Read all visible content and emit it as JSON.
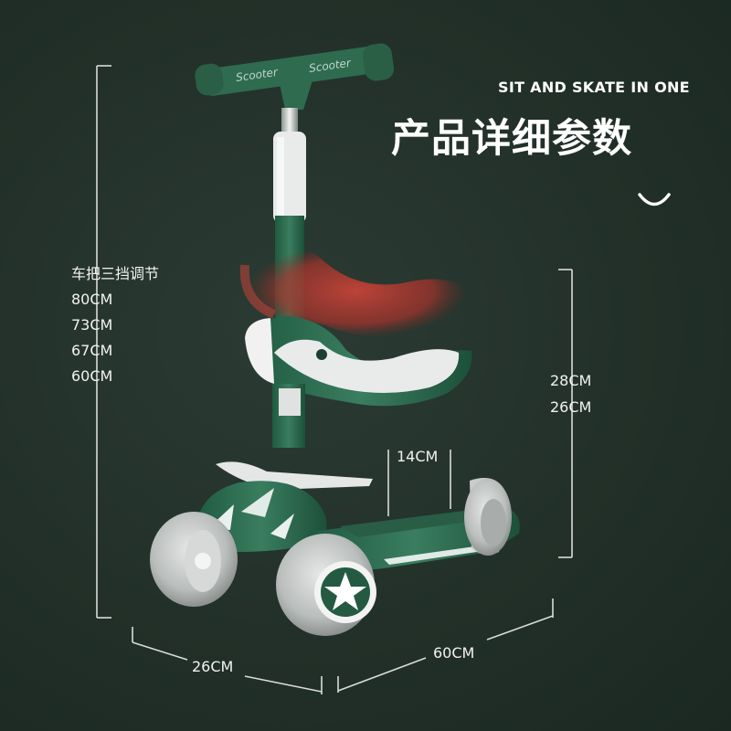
{
  "header": {
    "subtitle": "SIT AND SKATE IN ONE",
    "title": "产品详细参数"
  },
  "handle": {
    "label": "车把三挡调节",
    "heights": [
      "80CM",
      "73CM",
      "67CM",
      "60CM"
    ]
  },
  "seat": {
    "heights": [
      "28CM",
      "26CM"
    ]
  },
  "deck": {
    "width": "14CM"
  },
  "base": {
    "width": "26CM",
    "length": "60CM"
  },
  "product": {
    "grip_text": "Scooter",
    "body_color": "#2f6b4f",
    "accent_color": "#ffffff",
    "seat_glow_color": "#b83a32"
  }
}
